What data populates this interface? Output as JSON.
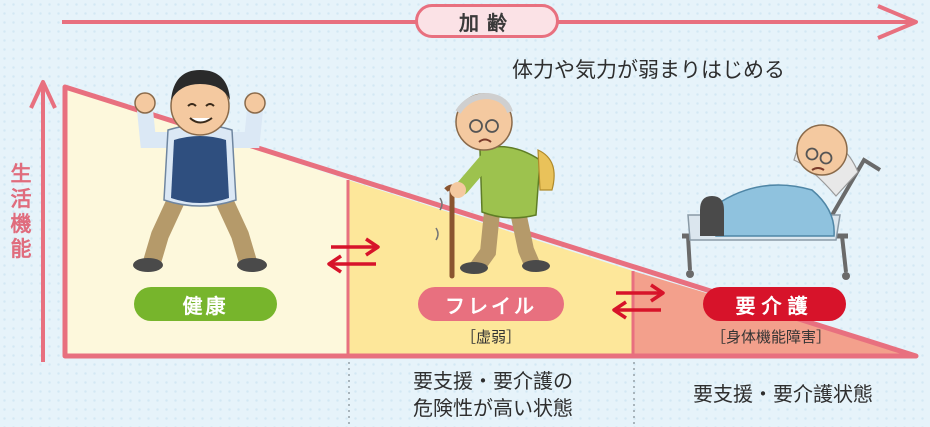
{
  "header": {
    "aging_label": "加齢",
    "subtitle": "体力や気力が弱まりはじめる"
  },
  "y_axis": {
    "label": "生活機能"
  },
  "stages": [
    {
      "label": "健康",
      "sublabel": "",
      "color": "#77b52c"
    },
    {
      "label": "フレイル",
      "sublabel": "［虚弱］",
      "color": "#e8707f"
    },
    {
      "label": "要介護",
      "sublabel": "［身体機能障害］",
      "color": "#d7132a"
    }
  ],
  "bottom_notes": {
    "frail_zone": "要支援・要介護の\n危険性が高い状態",
    "care_zone": "要支援・要介護状態"
  },
  "colors": {
    "axis_pink": "#e8707f",
    "zone_health": "#fdf8dc",
    "zone_frail": "#fde79a",
    "zone_care": "#f3a08c",
    "arrow_red": "#d7132a"
  }
}
